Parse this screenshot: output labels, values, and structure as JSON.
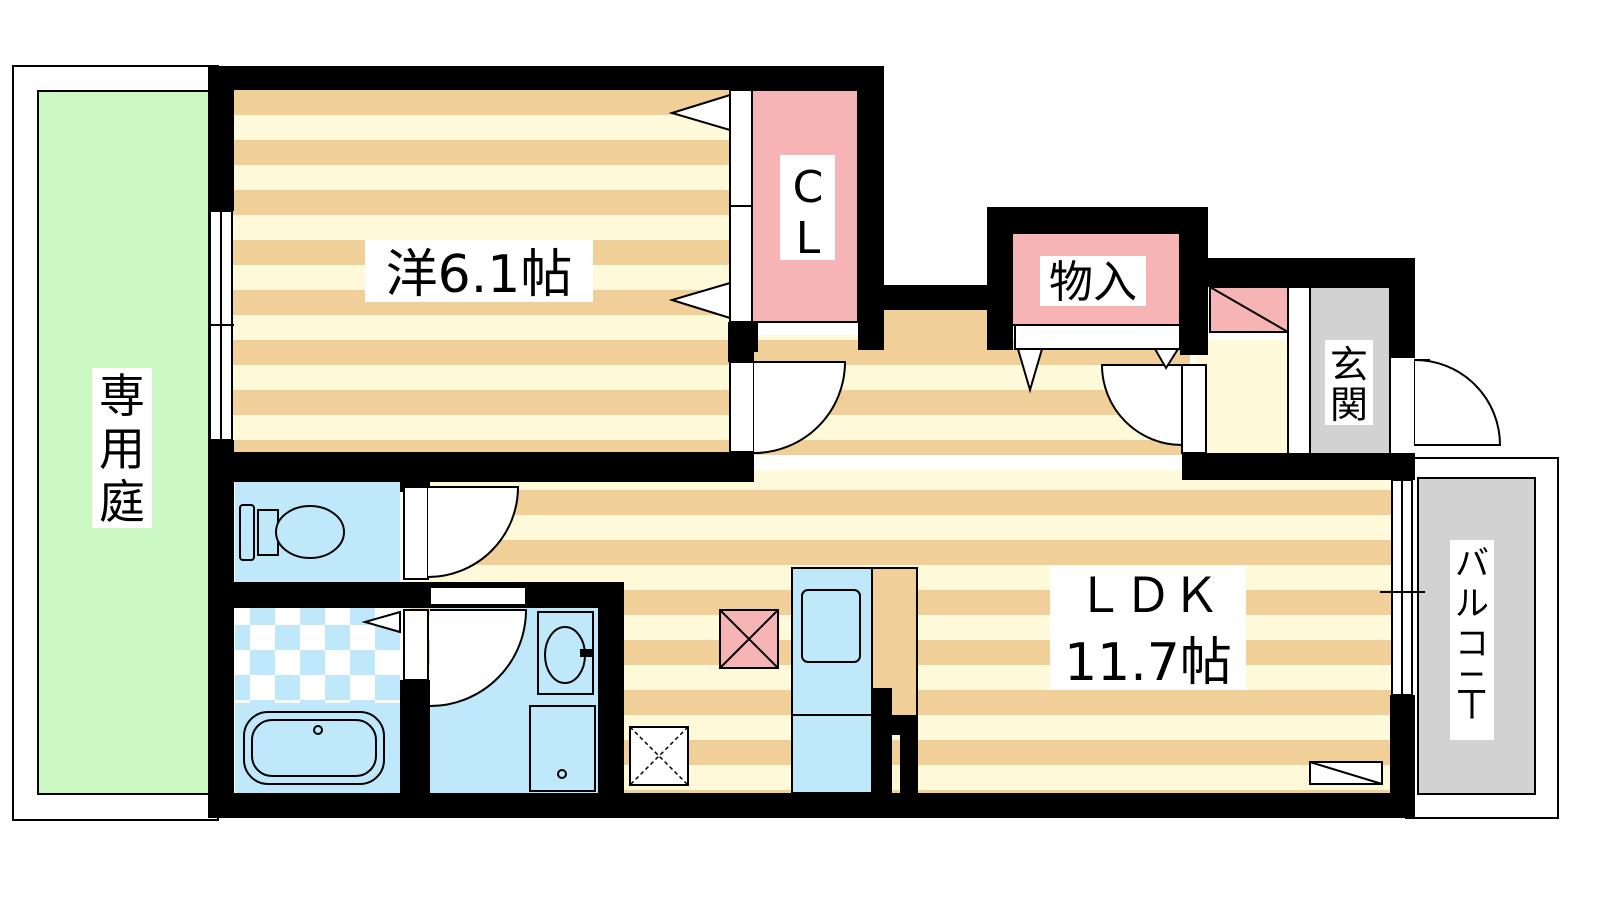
{
  "rooms": {
    "western_room": {
      "name": "洋6.1帖"
    },
    "closet": {
      "line1": "C",
      "line2": "L"
    },
    "storage": {
      "name": "物入"
    },
    "entrance": {
      "chars": [
        "玄",
        "関"
      ]
    },
    "ldk": {
      "line1": "ＬＤＫ",
      "line2": "11.7帖"
    },
    "private_garden": {
      "chars": [
        "専",
        "用",
        "庭"
      ]
    },
    "balcony": {
      "chars": [
        "バ",
        "ル",
        "コ",
        "ニ",
        "ー"
      ]
    }
  },
  "colors": {
    "wall": "#000000",
    "floor_stripe_dark": "#f0cf99",
    "floor_stripe_light": "#fef9d8",
    "closet_fill": "#f7b4b4",
    "wet_area_fill": "#bfe8fb",
    "garden_fill": "#ccf8c4",
    "balcony_fill": "#d2d2d2"
  }
}
